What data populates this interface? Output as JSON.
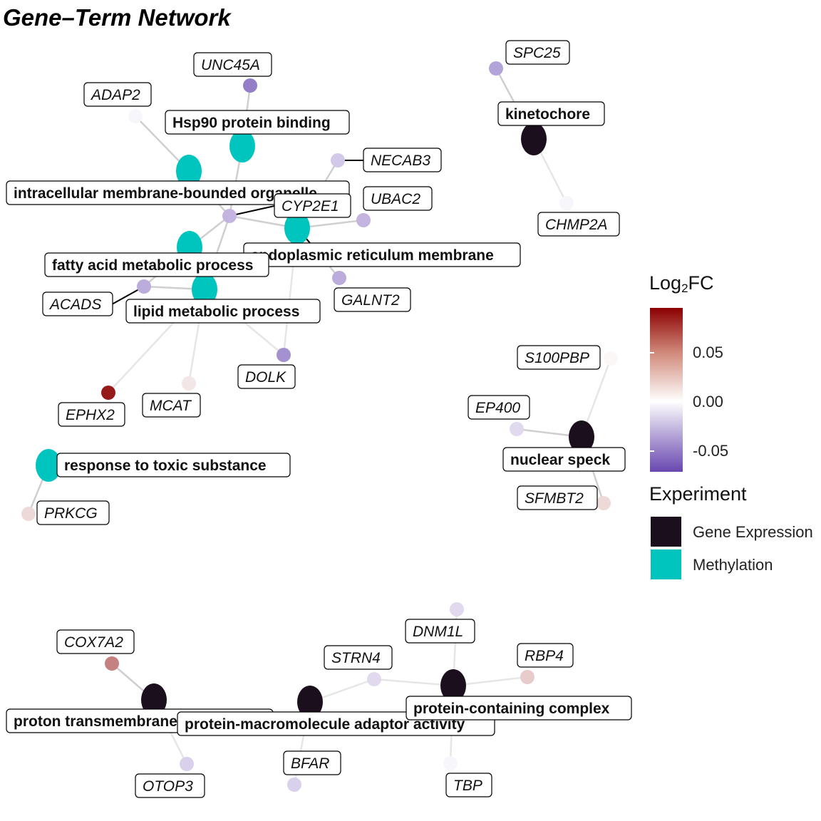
{
  "title": "Gene–Term Network",
  "colors": {
    "gene_expression": "#1c0f1d",
    "methylation": "#00c5bf",
    "lfc_high": "#8b0000",
    "lfc_mid": "#ffffff",
    "lfc_low": "#6847b0"
  },
  "legend": {
    "lfc_title_main": "Log",
    "lfc_title_sub": "2",
    "lfc_title_tail": "FC",
    "ticks": [
      "0.05",
      "0.00",
      "-0.05"
    ],
    "experiment_title": "Experiment",
    "experiment_items": [
      "Gene Expression",
      "Methylation"
    ]
  },
  "terms": [
    {
      "id": "hsp90",
      "label": "Hsp90 protein binding",
      "experiment": "Methylation"
    },
    {
      "id": "membrane_org",
      "label": "intracellular membrane-bounded organelle",
      "experiment": "Methylation"
    },
    {
      "id": "er_membrane",
      "label": "endoplasmic reticulum membrane",
      "experiment": "Methylation"
    },
    {
      "id": "fatty_acid",
      "label": "fatty acid metabolic process",
      "experiment": "Methylation"
    },
    {
      "id": "lipid",
      "label": "lipid metabolic process",
      "experiment": "Methylation"
    },
    {
      "id": "toxic",
      "label": "response to toxic substance",
      "experiment": "Methylation"
    },
    {
      "id": "kinetochore",
      "label": "kinetochore",
      "experiment": "Gene Expression"
    },
    {
      "id": "nuclear_speck",
      "label": "nuclear speck",
      "experiment": "Gene Expression"
    },
    {
      "id": "proton",
      "label": "proton transmembrane transporter activity",
      "experiment": "Gene Expression"
    },
    {
      "id": "adaptor",
      "label": "protein-macromolecule adaptor activity",
      "experiment": "Gene Expression"
    },
    {
      "id": "complex",
      "label": "protein-containing complex",
      "experiment": "Gene Expression"
    }
  ],
  "genes": [
    {
      "id": "UNC45A",
      "label": "UNC45A",
      "lfc": -0.07
    },
    {
      "id": "ADAP2",
      "label": "ADAP2",
      "lfc": -0.005
    },
    {
      "id": "NECAB3",
      "label": "NECAB3",
      "lfc": -0.03
    },
    {
      "id": "CYP2E1",
      "label": "CYP2E1",
      "lfc": -0.04
    },
    {
      "id": "UBAC2",
      "label": "UBAC2",
      "lfc": -0.04
    },
    {
      "id": "ACADS",
      "label": "ACADS",
      "lfc": -0.045
    },
    {
      "id": "GALNT2",
      "label": "GALNT2",
      "lfc": -0.045
    },
    {
      "id": "DOLK",
      "label": "DOLK",
      "lfc": -0.06
    },
    {
      "id": "MCAT",
      "label": "MCAT",
      "lfc": 0.01
    },
    {
      "id": "EPHX2",
      "label": "EPHX2",
      "lfc": 0.09
    },
    {
      "id": "PRKCG",
      "label": "PRKCG",
      "lfc": 0.015
    },
    {
      "id": "SPC25",
      "label": "SPC25",
      "lfc": -0.05
    },
    {
      "id": "CHMP2A",
      "label": "CHMP2A",
      "lfc": -0.005
    },
    {
      "id": "S100PBP",
      "label": "S100PBP",
      "lfc": 0.003
    },
    {
      "id": "EP400",
      "label": "EP400",
      "lfc": -0.02
    },
    {
      "id": "SFMBT2",
      "label": "SFMBT2",
      "lfc": 0.015
    },
    {
      "id": "COX7A2",
      "label": "COX7A2",
      "lfc": 0.05
    },
    {
      "id": "OTOP3",
      "label": "OTOP3",
      "lfc": -0.025
    },
    {
      "id": "STRN4",
      "label": "STRN4",
      "lfc": -0.02
    },
    {
      "id": "BFAR",
      "label": "BFAR",
      "lfc": -0.025
    },
    {
      "id": "DNM1L",
      "label": "DNM1L",
      "lfc": -0.02
    },
    {
      "id": "RBP4",
      "label": "RBP4",
      "lfc": 0.02
    },
    {
      "id": "TBP",
      "label": "TBP",
      "lfc": -0.005
    }
  ],
  "edges": [
    [
      "hsp90",
      "UNC45A"
    ],
    [
      "hsp90",
      "CYP2E1"
    ],
    [
      "membrane_org",
      "ADAP2"
    ],
    [
      "membrane_org",
      "CYP2E1"
    ],
    [
      "er_membrane",
      "NECAB3"
    ],
    [
      "er_membrane",
      "CYP2E1"
    ],
    [
      "er_membrane",
      "UBAC2"
    ],
    [
      "er_membrane",
      "GALNT2"
    ],
    [
      "er_membrane",
      "DOLK"
    ],
    [
      "fatty_acid",
      "CYP2E1"
    ],
    [
      "fatty_acid",
      "ACADS"
    ],
    [
      "lipid",
      "CYP2E1"
    ],
    [
      "lipid",
      "ACADS"
    ],
    [
      "lipid",
      "MCAT"
    ],
    [
      "lipid",
      "EPHX2"
    ],
    [
      "lipid",
      "DOLK"
    ],
    [
      "toxic",
      "PRKCG"
    ],
    [
      "kinetochore",
      "SPC25"
    ],
    [
      "kinetochore",
      "CHMP2A"
    ],
    [
      "nuclear_speck",
      "S100PBP"
    ],
    [
      "nuclear_speck",
      "EP400"
    ],
    [
      "nuclear_speck",
      "SFMBT2"
    ],
    [
      "proton",
      "COX7A2"
    ],
    [
      "proton",
      "OTOP3"
    ],
    [
      "adaptor",
      "STRN4"
    ],
    [
      "adaptor",
      "BFAR"
    ],
    [
      "complex",
      "STRN4"
    ],
    [
      "complex",
      "DNM1L"
    ],
    [
      "complex",
      "RBP4"
    ],
    [
      "complex",
      "TBP"
    ]
  ]
}
